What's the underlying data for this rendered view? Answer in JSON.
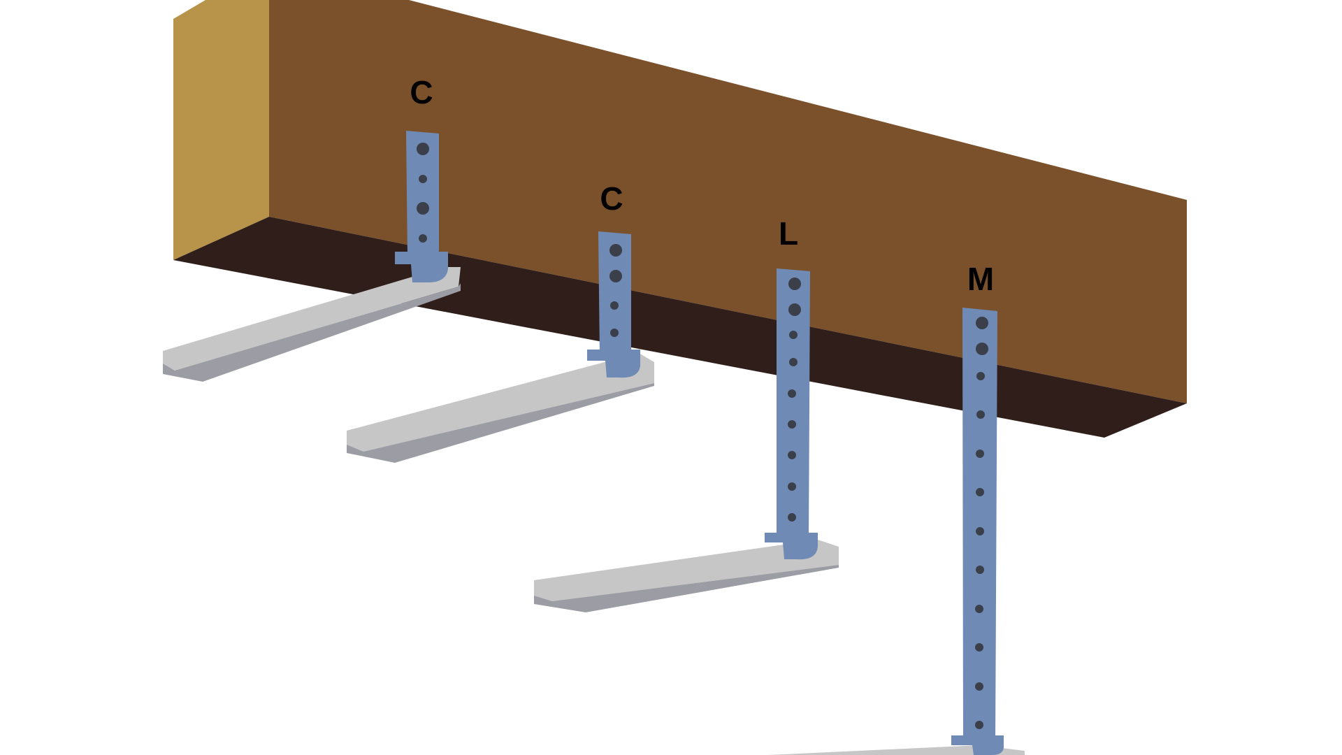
{
  "colors": {
    "background": "#ffffff",
    "beam_end": "#b8944a",
    "beam_face": "#7b512b",
    "beam_bottom": "#2f1e1a",
    "bracket": "#6f8bb5",
    "bracket_hole": "#3a3f4a",
    "arm_top": "#c6c6c6",
    "arm_side": "#9b9ca4",
    "label": "#000000"
  },
  "beam": {
    "name": "wooden-beam"
  },
  "hangers": [
    {
      "label": "C"
    },
    {
      "label": "C"
    },
    {
      "label": "L"
    },
    {
      "label": "M"
    }
  ]
}
